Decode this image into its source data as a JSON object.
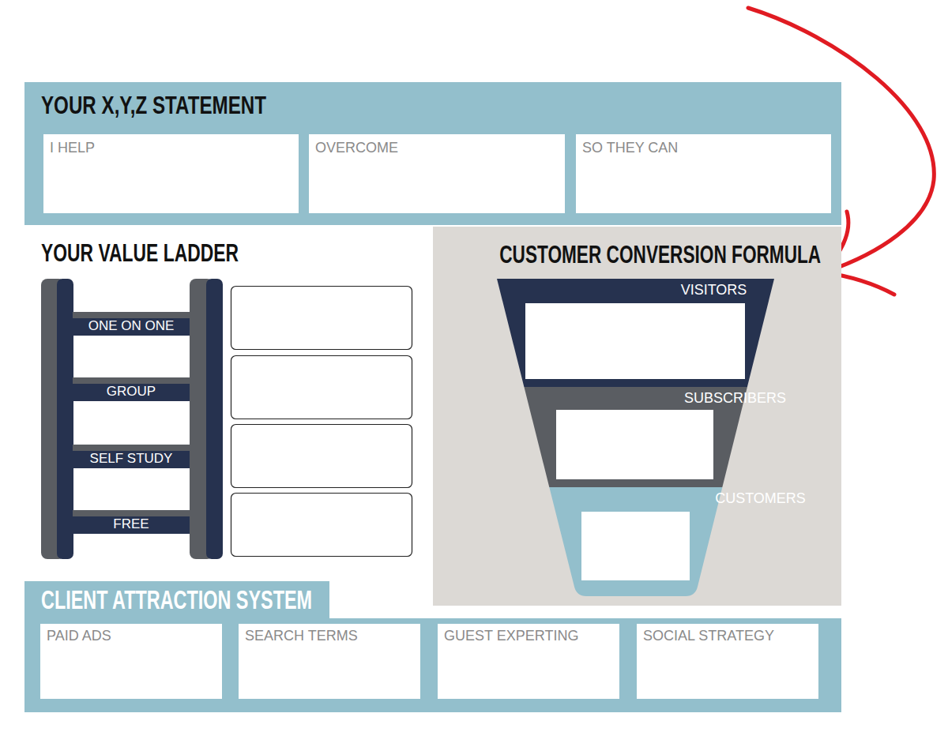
{
  "diagram": {
    "nodes": [
      {
        "text": [
          "YOUR X,Y,Z STATEMENT"
        ]
      },
      {
        "text": [
          "I HELP"
        ],
        "in": 0
      },
      {
        "text": [
          "OVERCOME"
        ],
        "in": 0
      },
      {
        "text": [
          "SO THEY CAN"
        ],
        "in": 0
      },
      {
        "text": [
          "ONE ON ONE"
        ]
      },
      {
        "text": [
          "GROUP"
        ]
      },
      {
        "text": [
          "SELF STUDY"
        ]
      },
      {
        "text": [
          "FREE"
        ]
      },
      {
        "text": [
          "CUSTOMER CONVERSION FORMULA"
        ]
      },
      {
        "text": [
          "VISITORS"
        ],
        "in": 8
      },
      {
        "text": [
          "SUBSCRIBERS"
        ],
        "in": 8
      },
      {
        "text": [
          "CUSTOMERS"
        ],
        "in": 8
      },
      {
        "text": [
          "CLIENT ATTRACTION SYSTEM"
        ]
      },
      {
        "text": [
          "PAID ADS"
        ],
        "in": 12
      },
      {
        "text": [
          "SEARCH TERMS"
        ],
        "in": 12
      },
      {
        "text": [
          "GUEST EXPERTING"
        ],
        "in": 12
      },
      {
        "text": [
          "SOCIAL STRATEGY"
        ],
        "in": 12
      }
    ],
    "labels": [
      "YOUR VALUE LADDER"
    ]
  }
}
